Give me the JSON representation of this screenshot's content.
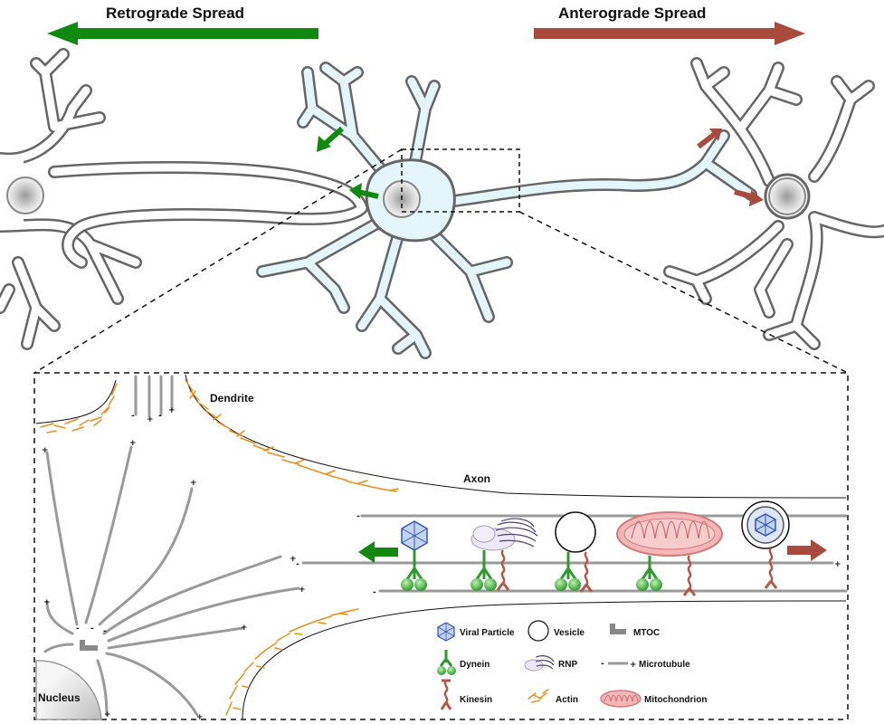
{
  "title_left": "Retrograde Spread",
  "title_right": "Anterograde Spread",
  "label_dendrite": "Dendrite",
  "label_axon": "Axon",
  "label_nucleus": "Nucleus",
  "colors": {
    "retrograde": "#1a8a1a",
    "anterograde": "#a84a3e",
    "dynein": "#3aa83a",
    "kinesin": "#b5564a",
    "actin": "#e6901e",
    "viral": "#2f55b5",
    "mitochondrion": "#e89a9a",
    "cell_fill": "#e4f6fb",
    "membrane": "#666666"
  },
  "legend": {
    "viral_particle": "Viral Particle",
    "vesicle": "Vesicle",
    "mtoc": "MTOC",
    "dynein": "Dynein",
    "rnp": "RNP",
    "microtubule": "Microtubule",
    "kinesin": "Kinesin",
    "actin": "Actin",
    "mitochondrion": "Mitochondrion"
  }
}
